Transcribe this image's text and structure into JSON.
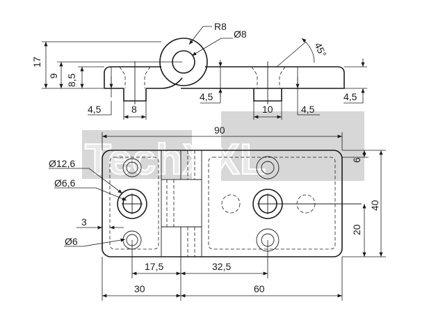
{
  "watermark": {
    "text": "TechXXL",
    "color": "#d0d0d0"
  },
  "dimensions": {
    "side_view": {
      "radius": "R8",
      "pin_diameter": "Ø8",
      "angle": "45°",
      "total_height": "17",
      "height_9": "9",
      "height_8_5": "8,5",
      "thickness_left": "4,5",
      "thickness_mid": "4,5",
      "thickness_right": "4,5",
      "boss_left_width": "8",
      "boss_right_width": "10",
      "offset_left": "4,5",
      "offset_right": "4,5"
    },
    "top_view": {
      "overall_length": "90",
      "overall_width": "40",
      "edge_offset_6": "6",
      "center_height_20": "20",
      "counterbore_diameter": "Ø12,6",
      "hole_diameter": "Ø6,6",
      "small_hole_diameter": "Ø6",
      "edge_3": "3",
      "spacing_17_5": "17,5",
      "spacing_32_5": "32,5",
      "width_left_30": "30",
      "width_right_60": "60"
    }
  }
}
